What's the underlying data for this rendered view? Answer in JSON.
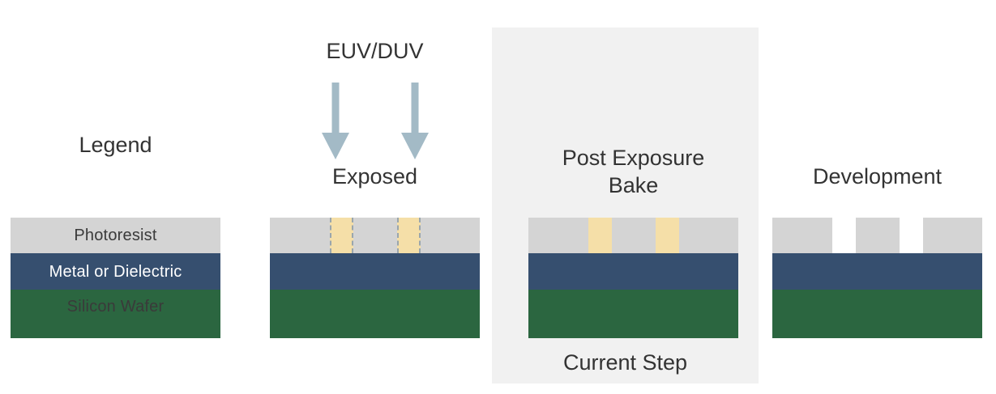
{
  "diagram": {
    "title_hidden": "",
    "accent_colors": {
      "photoresist": "#d4d4d4",
      "metal_or_dielectric": "#364f6f",
      "silicon_wafer": "#2b6640",
      "exposed_region": "#f5dfa8",
      "exposure_arrow": "#a3bac6",
      "highlight_panel": "#f1f1f1",
      "latent_image_edge": "#9aa6ad",
      "text_dark": "#333333",
      "text_light": "#ffffff"
    }
  },
  "legend": {
    "title": "Legend",
    "layers": [
      {
        "label": "Photoresist",
        "color": "#d4d4d4"
      },
      {
        "label": "Metal or Dielectric",
        "color": "#364f6f"
      },
      {
        "label": "Silicon Wafer",
        "color": "#2b6640"
      }
    ]
  },
  "stages": [
    {
      "id": "exposed",
      "title": "Exposed",
      "source_label": "EUV/DUV",
      "arrow_count": 2,
      "feature_kind": "latent-exposed",
      "feature_count": 2,
      "is_current": false
    },
    {
      "id": "post-exposure-bake",
      "title": "Post Exposure\nBake",
      "feature_kind": "solid-exposed",
      "feature_count": 2,
      "is_current": true,
      "current_step_caption": "Current Step"
    },
    {
      "id": "development",
      "title": "Development",
      "feature_kind": "opening",
      "feature_count": 2,
      "is_current": false
    }
  ]
}
